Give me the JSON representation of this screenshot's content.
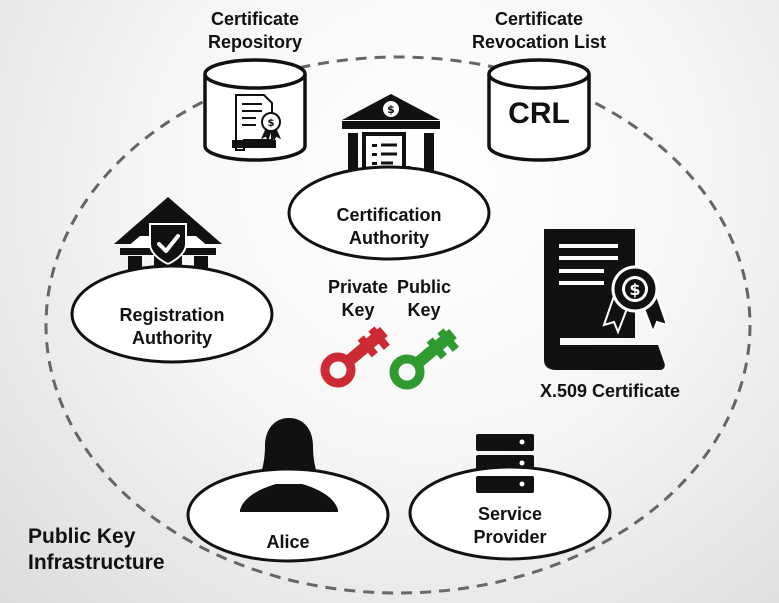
{
  "repository": {
    "line1": "Certificate",
    "line2": "Repository"
  },
  "crl_db": {
    "line1": "Certificate",
    "line2": "Revocation List",
    "badge": "CRL"
  },
  "ca": {
    "line1": "Certification",
    "line2": "Authority"
  },
  "ra": {
    "line1": "Registration",
    "line2": "Authority"
  },
  "private_key": {
    "line1": "Private",
    "line2": "Key",
    "color": "#cc2b33"
  },
  "public_key": {
    "line1": "Public",
    "line2": "Key",
    "color": "#2f9a2f"
  },
  "certificate": {
    "label": "X.509 Certificate"
  },
  "alice": {
    "label": "Alice"
  },
  "service_provider": {
    "line1": "Service",
    "line2": "Provider"
  },
  "pki": {
    "line1": "Public Key",
    "line2": "Infrastructure"
  }
}
